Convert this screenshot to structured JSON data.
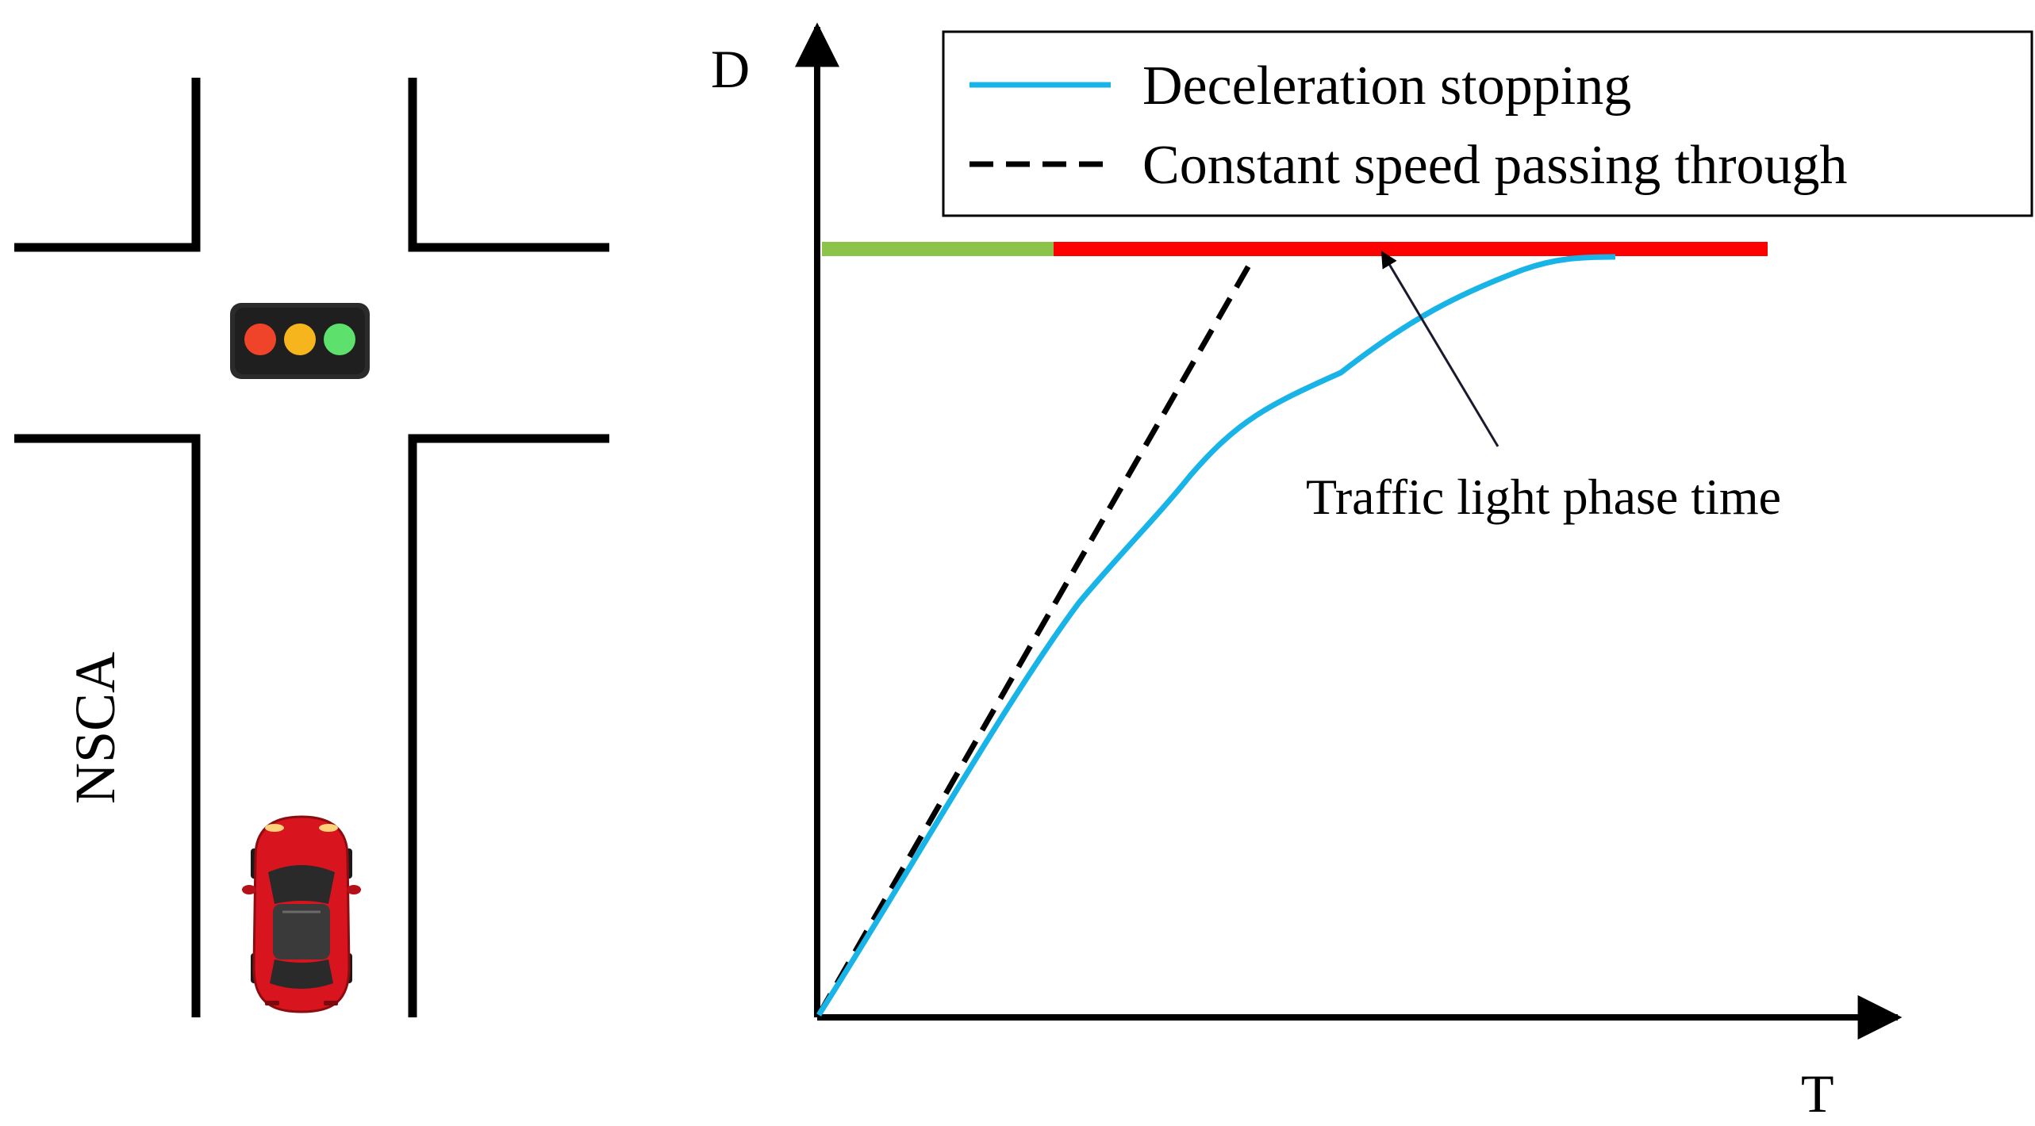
{
  "intersection": {
    "road_label": "NSCA",
    "traffic_light": {
      "lamps": [
        "red",
        "yellow",
        "green"
      ],
      "colors": {
        "housing": "#2b2b2b",
        "red": "#f0442a",
        "yellow": "#f6b51c",
        "green": "#5ee06c"
      }
    },
    "vehicle": {
      "icon": "car-icon",
      "body_color": "#d8141e",
      "roof_color": "#2a2a2a"
    },
    "wall_color": "#000000"
  },
  "plot": {
    "y_axis_label": "D",
    "x_axis_label": "T",
    "legend": {
      "items": [
        {
          "label": "Deceleration stopping",
          "color": "#18b4e8",
          "style": "solid"
        },
        {
          "label": "Constant speed passing through",
          "color": "#000000",
          "style": "dashed"
        }
      ]
    },
    "annotation": "Traffic light phase time",
    "phase_bar": {
      "green_color": "#8cc34a",
      "red_color": "#ff0000"
    }
  }
}
